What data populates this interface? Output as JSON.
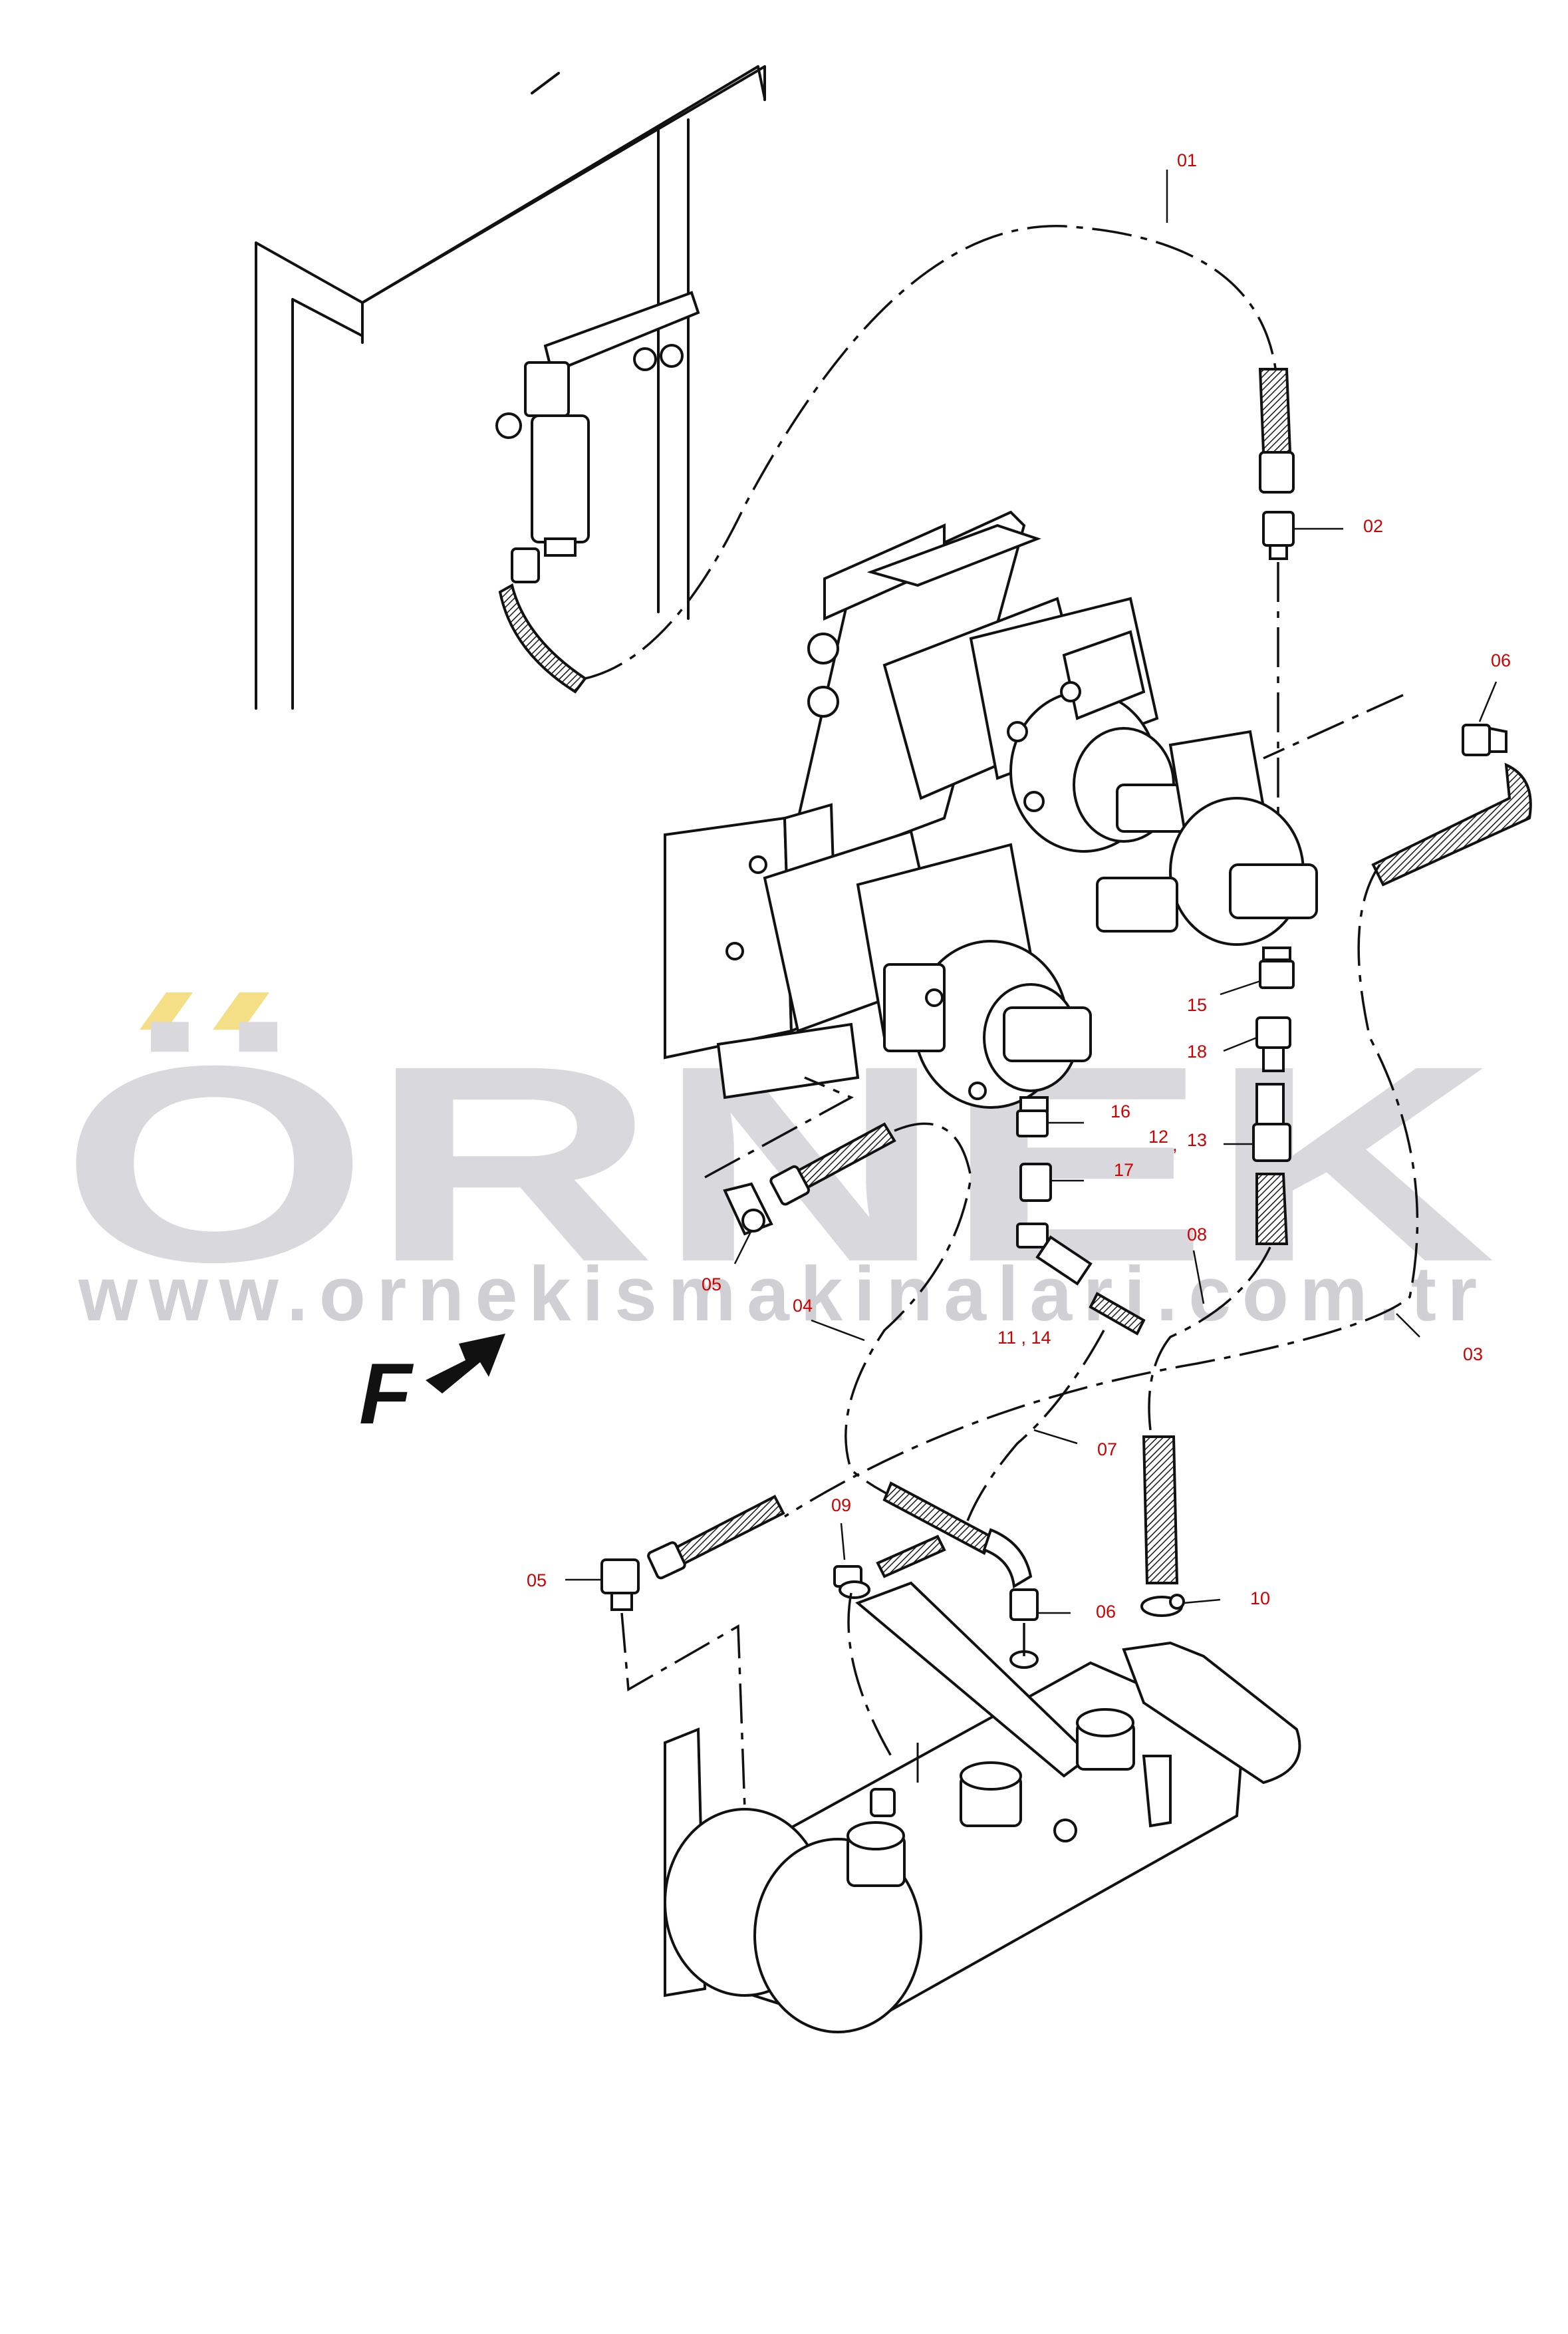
{
  "watermark": {
    "brand": "ÖRNEK",
    "url": "www.ornekismakinalari.com.tr",
    "colors": {
      "letters": "#d9d8dd",
      "umlaut": "#f4df86"
    }
  },
  "direction_marker": {
    "label": "F",
    "icon": "arrow-right-icon"
  },
  "callouts": {
    "c01": "01",
    "c02": "02",
    "c03": "03",
    "c04": "04",
    "c05a": "05",
    "c05b": "05",
    "c06a": "06",
    "c06b": "06",
    "c07": "07",
    "c08": "08",
    "c09": "09",
    "c10": "10",
    "c11_14": "11 , 14",
    "c12_13_a": "12",
    "c12_13_sep": ",",
    "c12_13_b": "13",
    "c15": "15",
    "c16": "16",
    "c17": "17",
    "c18": "18"
  },
  "colors": {
    "callout": "#d00000",
    "line": "#111111",
    "background": "#ffffff"
  }
}
